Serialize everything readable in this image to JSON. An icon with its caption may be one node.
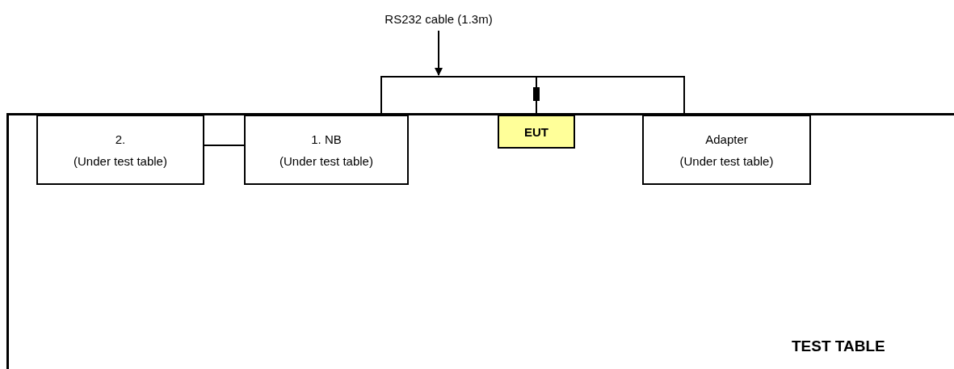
{
  "diagram": {
    "nodes": [
      {
        "text": [
          "TEST TABLE"
        ]
      },
      {
        "text": [
          "2.",
          "(Under test table)"
        ],
        "in": 0
      },
      {
        "text": [
          "1. NB",
          "(Under test table)"
        ],
        "in": 0
      },
      {
        "text": [
          "EUT"
        ],
        "in": 0
      },
      {
        "text": [
          "Adapter",
          "(Under test table)"
        ],
        "in": 0
      },
      {
        "text": [
          "RS232 cable (1.3m)"
        ]
      }
    ],
    "edges": [
      {
        "from": 1,
        "to": 2,
        "arrow": "none"
      },
      {
        "from": 2,
        "to": 3,
        "arrow": "none"
      },
      {
        "from": 4,
        "to": 3,
        "arrow": "none"
      },
      {
        "from": 5,
        "to": null,
        "arrow": "to"
      }
    ]
  }
}
